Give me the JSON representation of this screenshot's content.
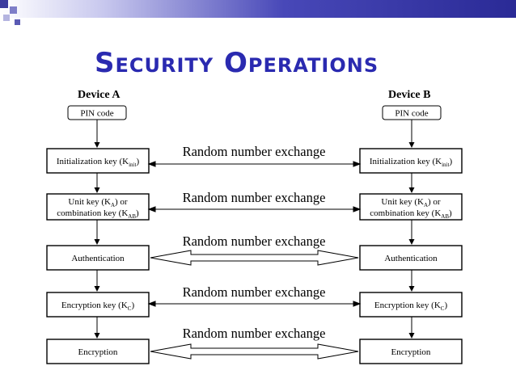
{
  "slide": {
    "title": "Security Operations"
  },
  "diagram": {
    "device_a": "Device A",
    "device_b": "Device B",
    "pin_a": "PIN code",
    "pin_b": "PIN code",
    "left_boxes": [
      [
        "Initialization key (K",
        "init",
        ")"
      ],
      [
        "Unit key (K",
        "A",
        ") or"
      ],
      [
        "combination key (K",
        "AB",
        ")"
      ],
      [
        "Authentication"
      ],
      [
        "Encryption key (K",
        "C",
        ")"
      ],
      [
        "Encryption"
      ]
    ],
    "right_boxes": [
      [
        "Initialization key (K",
        "init",
        ")"
      ],
      [
        "Unit key (K",
        "A",
        ") or"
      ],
      [
        "combination key (K",
        "AB",
        ")"
      ],
      [
        "Authentication"
      ],
      [
        "Encryption key (K",
        "C",
        ")"
      ],
      [
        "Encryption"
      ]
    ],
    "exchange_labels": [
      "Random number exchange",
      "Random number exchange",
      "Random number exchange",
      "Random number exchange",
      "Random number exchange"
    ]
  },
  "colors": {
    "title": "#2a2ab0",
    "topbar": "#2a2a96"
  }
}
